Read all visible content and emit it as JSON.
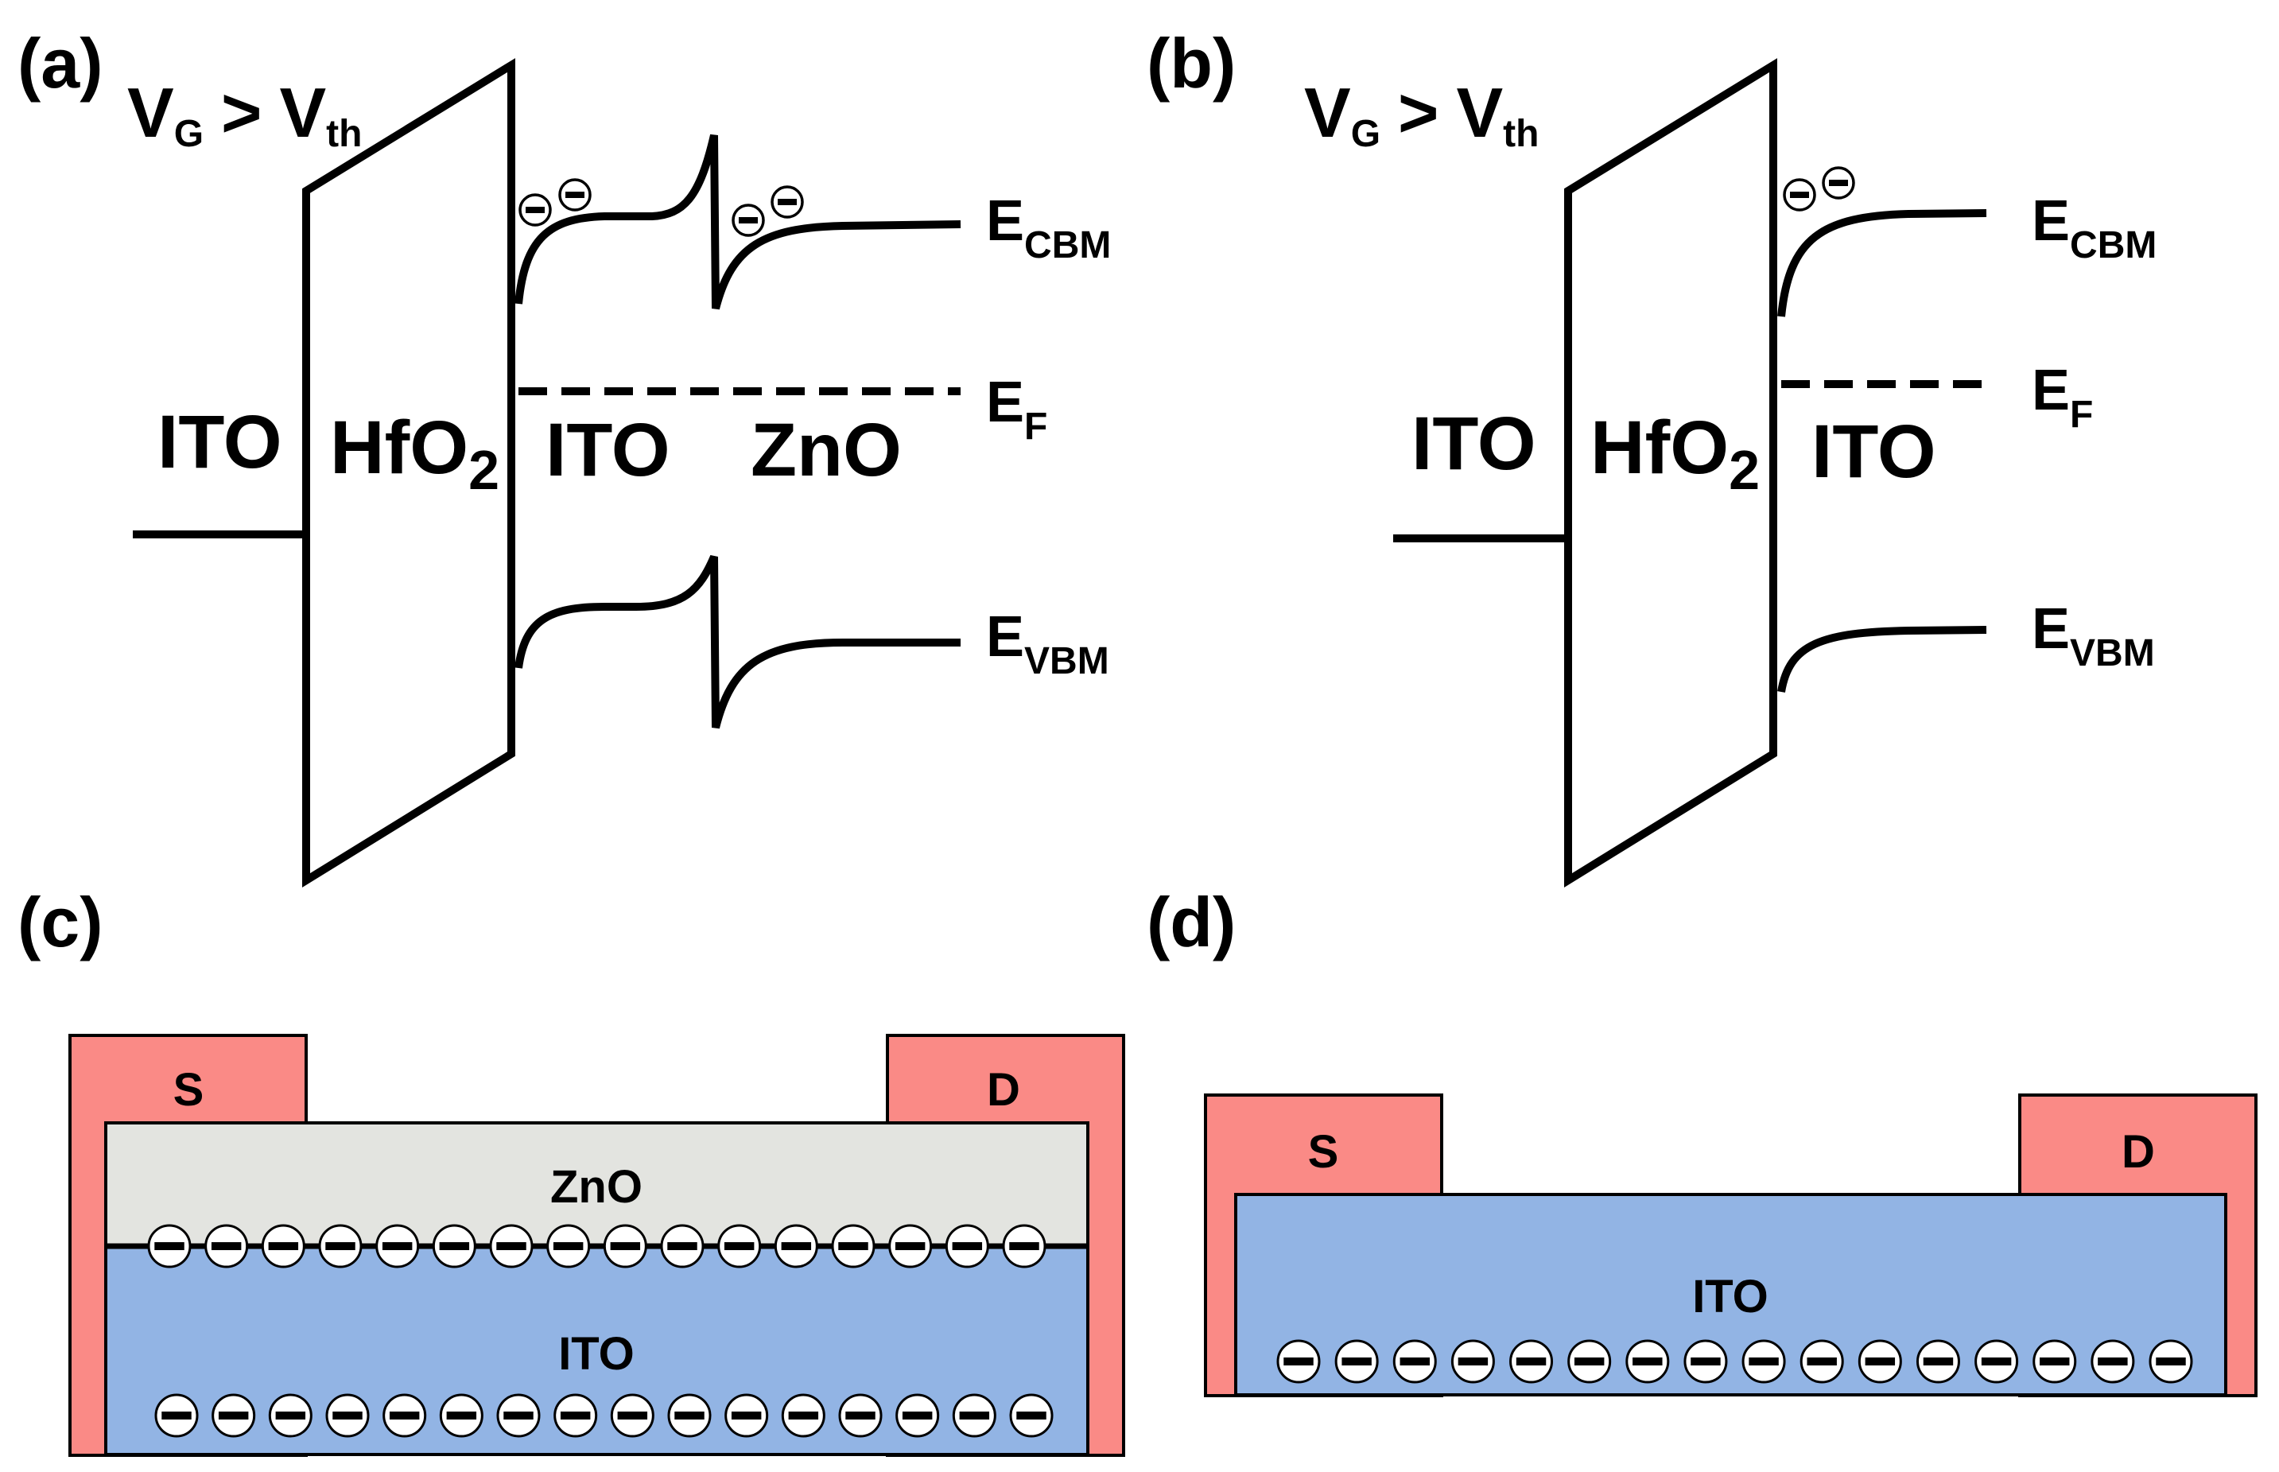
{
  "panels": {
    "a": {
      "tag": "(a)",
      "bias": {
        "v": "V",
        "v_sub": "G",
        "op": ">",
        "vt": "V",
        "vt_sub": "th"
      },
      "layer_left": "ITO",
      "oxide": {
        "text": "HfO",
        "sub": "2"
      },
      "layer_mid": "ITO",
      "layer_right": "ZnO",
      "ecbm": {
        "text": "E",
        "sub": "CBM"
      },
      "ef": {
        "text": "E",
        "sub": "F"
      },
      "evbm": {
        "text": "E",
        "sub": "VBM"
      }
    },
    "b": {
      "tag": "(b)",
      "bias": {
        "v": "V",
        "v_sub": "G",
        "op": ">",
        "vt": "V",
        "vt_sub": "th"
      },
      "layer_left": "ITO",
      "oxide": {
        "text": "HfO",
        "sub": "2"
      },
      "layer_mid": "ITO",
      "ecbm": {
        "text": "E",
        "sub": "CBM"
      },
      "ef": {
        "text": "E",
        "sub": "F"
      },
      "evbm": {
        "text": "E",
        "sub": "VBM"
      }
    },
    "c": {
      "tag": "(c)",
      "source": "S",
      "drain": "D",
      "top_layer": "ZnO",
      "bottom_layer": "ITO",
      "interface_electrons": 16,
      "bulk_electrons": 16
    },
    "d": {
      "tag": "(d)",
      "source": "S",
      "drain": "D",
      "channel": "ITO",
      "electrons": 16
    }
  },
  "colors": {
    "contact": "#fa8a86",
    "zno": "#e3e4e0",
    "ito": "#92b4e4",
    "line": "#000000"
  },
  "icons": {
    "electron": "electron-minus-icon"
  }
}
